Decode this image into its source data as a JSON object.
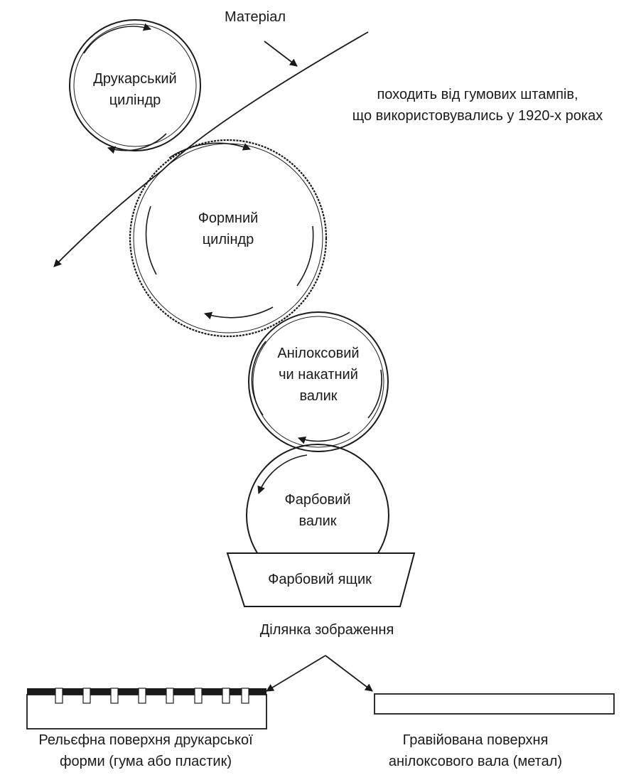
{
  "labels": {
    "material": "Матеріал",
    "note_line1": "походить від гумових штампів,",
    "note_line2": "що використовувались у 1920-х роках",
    "impression_cylinder": [
      "Друкарський",
      "циліндр"
    ],
    "plate_cylinder": [
      "Формний",
      "циліндр"
    ],
    "anilox_roller": [
      "Анілоксовий",
      "чи накатний",
      "валик"
    ],
    "fountain_roller": [
      "Фарбовий",
      "валик"
    ],
    "ink_pan": "Фарбовий ящик",
    "image_area": "Ділянка зображення",
    "relief_surface": [
      "Рельєфна поверхня друкарської",
      "форми (гума або пластик)"
    ],
    "engraved_surface": [
      "Гравійована поверхня",
      "анілоксового вала (метал)"
    ]
  },
  "colors": {
    "line": "#1a1a1a",
    "background": "#ffffff"
  }
}
